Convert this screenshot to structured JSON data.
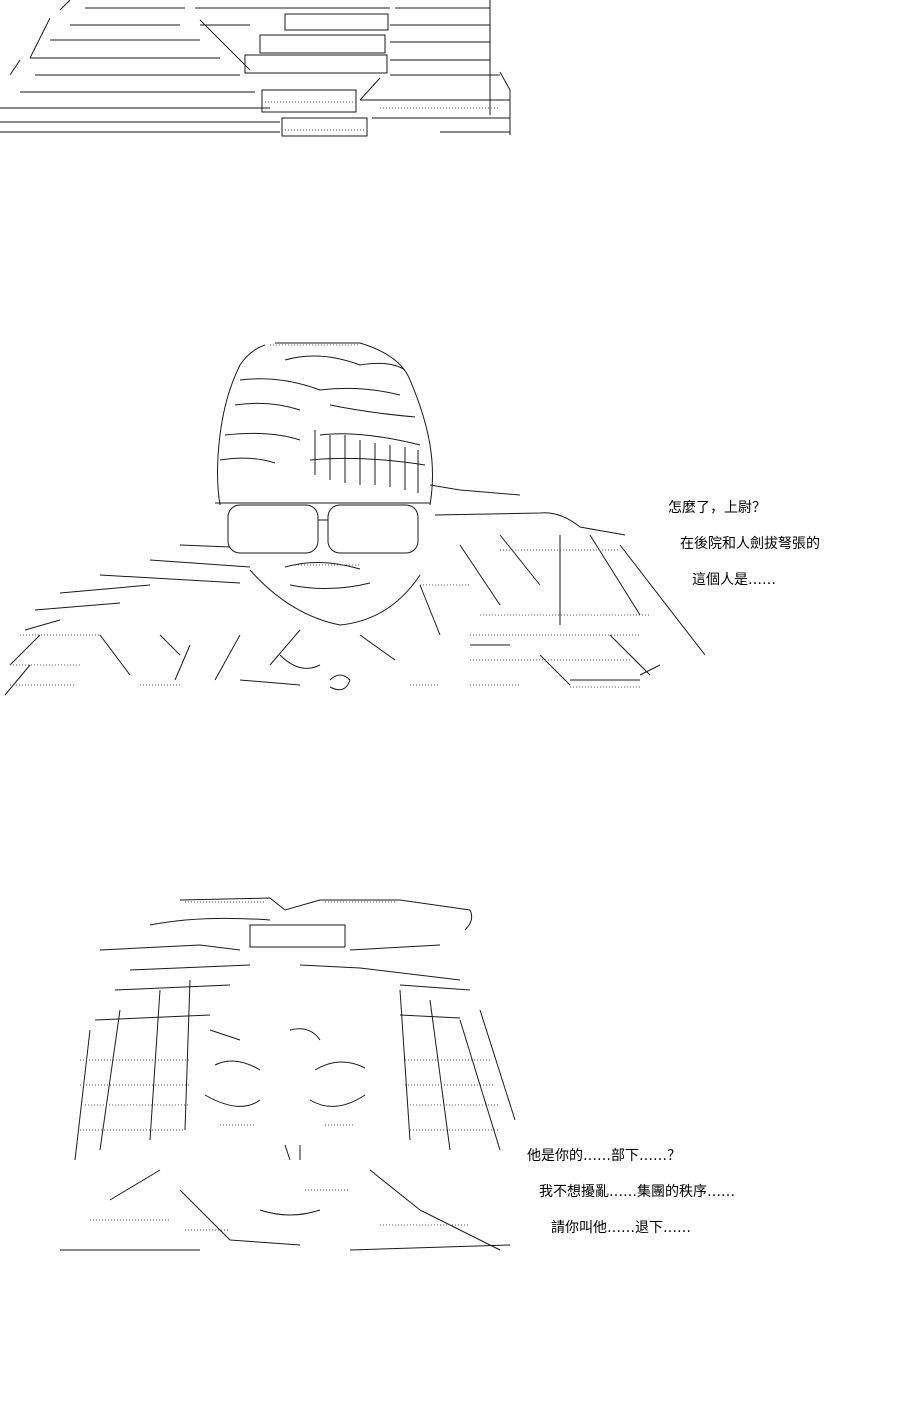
{
  "scenes": [
    {
      "id": "scene-1",
      "dialogue": []
    },
    {
      "id": "scene-2",
      "dialogue": [
        "怎麼了，上尉？",
        "在後院和人劍拔弩張的",
        "這個人是……"
      ]
    },
    {
      "id": "scene-3",
      "dialogue": [
        "他是你的……部下……？",
        "我不想擾亂……集團的秩序……",
        "請你叫他……退下……"
      ]
    }
  ],
  "colors": {
    "background": "#ffffff",
    "ink": "#000000"
  }
}
